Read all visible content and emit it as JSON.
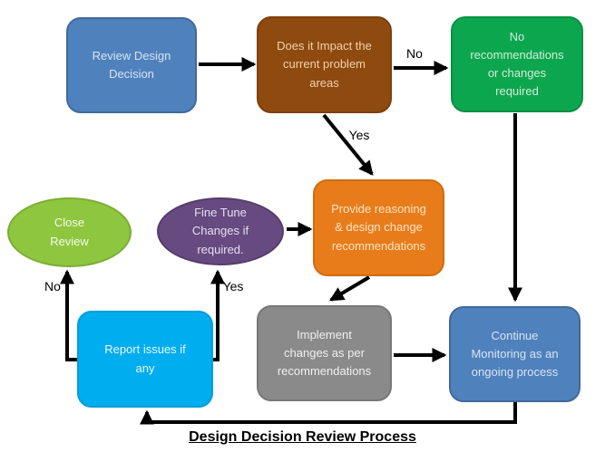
{
  "title": "Design Decision Review Process",
  "nodes": {
    "review_design_decision": {
      "label": "Review Design\nDecision",
      "shape": "rounded-rect",
      "fill": "#4f81bd",
      "border": "#41699b",
      "text_color": "#d9e4f1"
    },
    "impact_question": {
      "label": "Does it Impact the\ncurrent  problem\nareas",
      "shape": "rounded-rect",
      "fill": "#8e4a0f",
      "border": "#7c400d",
      "text_color": "#f0d2ac"
    },
    "no_recommendations": {
      "label": "No\nrecommendations\nor changes\nrequired",
      "shape": "rounded-rect",
      "fill": "#0ca64e",
      "border": "#0b8f44",
      "text_color": "#d2ecda"
    },
    "provide_reasoning": {
      "label": "Provide reasoning\n& design change\nrecommendations",
      "shape": "rounded-rect",
      "fill": "#e87c1b",
      "border": "#d06c10",
      "text_color": "#fbe4c4"
    },
    "fine_tune_changes": {
      "label": "Fine Tune\nChanges if\nrequired.",
      "shape": "ellipse",
      "fill": "#674a80",
      "border": "#563c6b",
      "text_color": "#e6dff0"
    },
    "close_review": {
      "label": "Close\nReview",
      "shape": "ellipse",
      "fill": "#8ec63f",
      "border": "#7bad35",
      "text_color": "#f4fbec"
    },
    "report_issues": {
      "label": "Report issues if\nany",
      "shape": "rounded-rect",
      "fill": "#00adee",
      "border": "#009fdb",
      "text_color": "#e8f7fd"
    },
    "implement_changes": {
      "label": "Implement\nchanges as per\nrecommendations",
      "shape": "rounded-rect",
      "fill": "#8a8a8a",
      "border": "#777777",
      "text_color": "#f0f0f0"
    },
    "continue_monitoring": {
      "label": "Continue\nMonitoring  as an\nongoing process",
      "shape": "rounded-rect",
      "fill": "#4f81bd",
      "border": "#41699b",
      "text_color": "#d9e4f1"
    }
  },
  "edge_labels": {
    "no_top": "No",
    "yes_top": "Yes",
    "no_left": "No",
    "yes_right": "Yes"
  },
  "edges": [
    {
      "from": "review_design_decision",
      "to": "impact_question",
      "label": ""
    },
    {
      "from": "impact_question",
      "to": "no_recommendations",
      "label": "No"
    },
    {
      "from": "impact_question",
      "to": "provide_reasoning",
      "label": "Yes"
    },
    {
      "from": "no_recommendations",
      "to": "continue_monitoring",
      "label": ""
    },
    {
      "from": "fine_tune_changes",
      "to": "provide_reasoning",
      "label": ""
    },
    {
      "from": "provide_reasoning",
      "to": "implement_changes",
      "label": ""
    },
    {
      "from": "implement_changes",
      "to": "continue_monitoring",
      "label": ""
    },
    {
      "from": "continue_monitoring",
      "to": "report_issues",
      "label": ""
    },
    {
      "from": "report_issues",
      "to": "close_review",
      "label": "No"
    },
    {
      "from": "report_issues",
      "to": "fine_tune_changes",
      "label": "Yes"
    }
  ],
  "colors": {
    "background": "#ffffff",
    "arrow": "#000000",
    "title_text": "#000000",
    "edge_label_text": "#000000"
  }
}
